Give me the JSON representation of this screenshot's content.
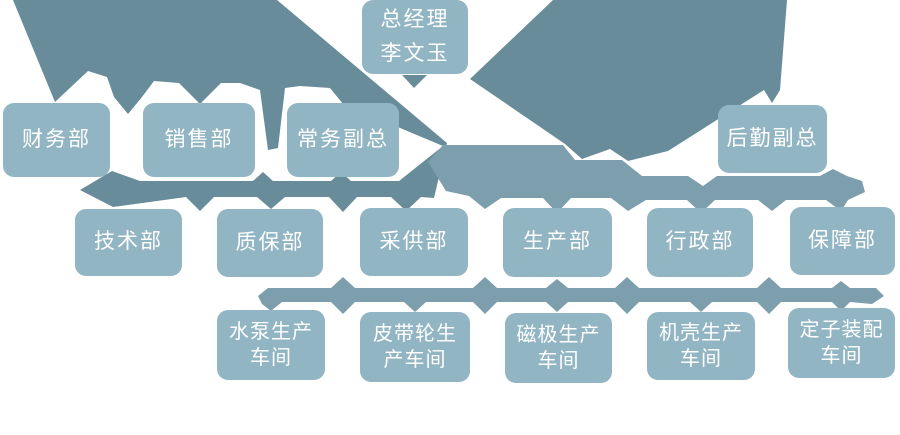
{
  "diagram": {
    "type": "org-chart",
    "palette": {
      "background": "#ffffff",
      "box": "#92b5c3",
      "connector-dark": "#688c99",
      "connector-light": "#7d9eac",
      "text": "#ffffff"
    },
    "nodes": [
      {
        "id": "general-manager",
        "label": "总经理\n李文玉",
        "level": 1
      },
      {
        "id": "finance-dept",
        "label": "财务部",
        "level": 2
      },
      {
        "id": "sales-dept",
        "label": "销售部",
        "level": 2
      },
      {
        "id": "executive-deputy-gm",
        "label": "常务副总",
        "level": 2
      },
      {
        "id": "logistics-deputy-gm",
        "label": "后勤副总",
        "level": 2
      },
      {
        "id": "technology-dept",
        "label": "技术部",
        "level": 3
      },
      {
        "id": "quality-assurance-dept",
        "label": "质保部",
        "level": 3
      },
      {
        "id": "procurement-dept",
        "label": "采供部",
        "level": 3
      },
      {
        "id": "production-dept",
        "label": "生产部",
        "level": 3
      },
      {
        "id": "administration-dept",
        "label": "行政部",
        "level": 3
      },
      {
        "id": "support-dept",
        "label": "保障部",
        "level": 3
      },
      {
        "id": "pump-workshop",
        "label": "水泵生产\n车间",
        "level": 4
      },
      {
        "id": "pulley-workshop",
        "label": "皮带轮生\n产车间",
        "level": 4
      },
      {
        "id": "magnetic-pole-workshop",
        "label": "磁极生产\n车间",
        "level": 4
      },
      {
        "id": "casing-workshop",
        "label": "机壳生产\n车间",
        "level": 4
      },
      {
        "id": "stator-assembly-workshop",
        "label": "定子装配\n车间",
        "level": 4
      }
    ]
  }
}
